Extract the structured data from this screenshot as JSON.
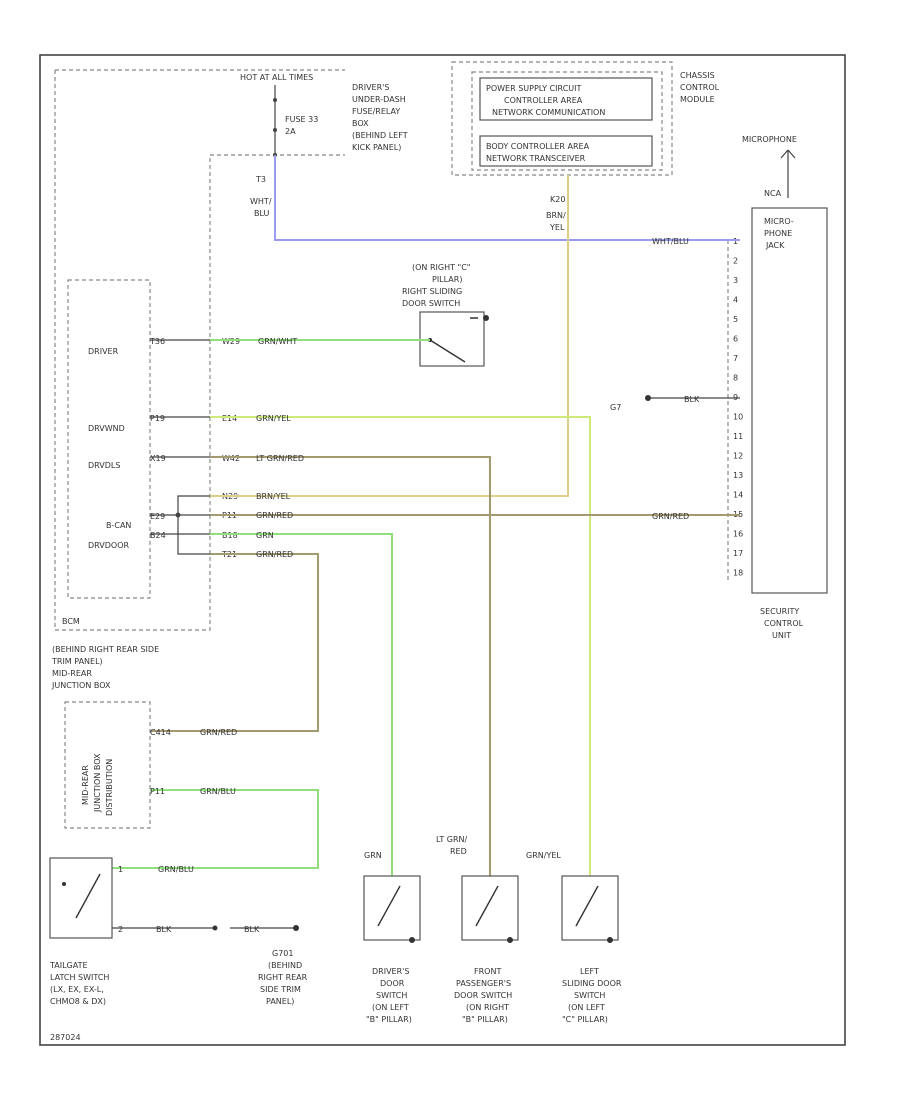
{
  "colors": {
    "white_blue": "#9b9bf0",
    "yellow": "#e0cf8a",
    "green": "#8fe07a",
    "green_yellow": "#cfe87a",
    "gray_red": "#a39a70",
    "black": "#444444"
  },
  "labels": {
    "hot_at_all_times": "HOT AT ALL TIMES",
    "fuse_1": "FUSE 33",
    "fuse_2": "2A",
    "t3": "T3",
    "wht_blu_1": "WHT/",
    "wht_blu_2": "BLU",
    "fuse_box": [
      "DRIVER'S",
      "UNDER-DASH",
      "FUSE/RELAY",
      "BOX",
      "(BEHIND LEFT",
      "KICK PANEL)"
    ],
    "psc_1": "POWER SUPPLY CIRCUIT",
    "psc_2": "CONTROLLER AREA",
    "psc_3": "NETWORK COMMUNICATION",
    "bca_1": "BODY CONTROLLER AREA",
    "bca_2": "NETWORK TRANSCEIVER",
    "cgm": [
      "CHASSIS",
      "CONTROL",
      "MODULE"
    ],
    "k20": "K20",
    "brn_yel_1": "BRN/",
    "brn_yel_2": "YEL",
    "microphone": "MICROPHONE",
    "nca": "NCA",
    "mic_jack": [
      "MICRO-",
      "PHONE",
      "JACK"
    ],
    "wht_blu_wire": "WHT/BLU",
    "pillar_c": [
      "(ON RIGHT \"C\"",
      "PILLAR)",
      "RIGHT SLIDING",
      "DOOR SWITCH"
    ],
    "rdrv": "DRIVER",
    "drvwd": "DRVWND",
    "drvs": "DRVDLS",
    "bcan": "B-CAN",
    "drvdoor": "DRVDOOR",
    "bcm": "BCM",
    "p1": "T36",
    "p2": "P19",
    "p3": "X19",
    "p4": "E29",
    "p5": "B24",
    "c1": "W29",
    "c2": "E14",
    "c3": "W42",
    "c4": "N29",
    "c5": "P11",
    "c6": "B18",
    "c7": "T21",
    "w1": "GRN/WHT",
    "w2": "GRN/YEL",
    "w3": "LT GRN/RED",
    "w4": "BRN/YEL",
    "w5": "GRN/RED",
    "w6": "GRN",
    "w7": "GRN/RED",
    "g7": "G7",
    "blk": "BLK",
    "grn_red_right": "GRN/RED",
    "pins": [
      "1",
      "2",
      "3",
      "4",
      "5",
      "6",
      "7",
      "8",
      "9",
      "10",
      "11",
      "12",
      "13",
      "14",
      "15",
      "16",
      "17",
      "18"
    ],
    "scu": [
      "SECURITY",
      "CONTROL",
      "UNIT"
    ],
    "behind_trim": [
      "(BEHIND RIGHT REAR SIDE",
      "TRIM PANEL)",
      "MID-REAR",
      "JUNCTION BOX"
    ],
    "mid_rear_vert": [
      "MID-REAR",
      "JUNCTION BOX",
      "DISTRIBUTION"
    ],
    "jb1": "C414",
    "jb2": "P11",
    "jb_w1": "GRN/RED",
    "jb_w2": "GRN/BLU",
    "tg_w": "GRN/BLU",
    "tg_blk": "BLK",
    "blk2": "BLK",
    "tg_p1": "1",
    "tg_p2": "2",
    "tailgate": [
      "TAILGATE",
      "LATCH SWITCH",
      "(LX, EX, EX-L,",
      "CHMO8 & DX)"
    ],
    "g701": [
      "G701",
      "(BEHIND",
      "RIGHT REAR",
      "SIDE TRIM",
      "PANEL)"
    ],
    "sw_grn": "GRN",
    "sw_ltgrn_1": "LT GRN/",
    "sw_ltgrn_2": "RED",
    "sw_grnyel": "GRN/YEL",
    "drv_door": [
      "DRIVER'S",
      "DOOR",
      "SWITCH",
      "(ON LEFT",
      "\"B\" PILLAR)"
    ],
    "pass_door": [
      "FRONT",
      "PASSENGER'S",
      "DOOR SWITCH",
      "(ON RIGHT",
      "\"B\" PILLAR)"
    ],
    "left_slide": [
      "LEFT",
      "SLIDING DOOR",
      "SWITCH",
      "(ON LEFT",
      "\"C\" PILLAR)"
    ],
    "footer": "287024"
  }
}
